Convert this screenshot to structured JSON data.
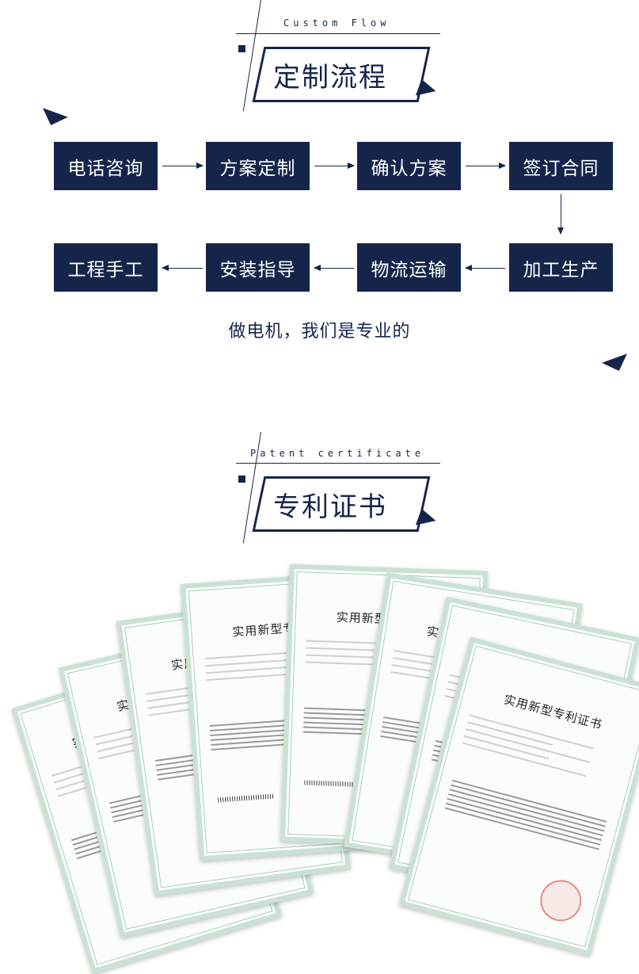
{
  "colors": {
    "navy": "#15254a",
    "white": "#ffffff",
    "cert_border": "#c9e2d4"
  },
  "section1": {
    "subtitle_en": "Custom Flow",
    "title": "定制流程",
    "steps": [
      "电话咨询",
      "方案定制",
      "确认方案",
      "签订合同",
      "加工生产",
      "物流运输",
      "安装指导",
      "工程手工"
    ],
    "tagline": "做电机，我们是专业的"
  },
  "section2": {
    "subtitle_en": "Patent certificate",
    "title": "专利证书",
    "certificate_title": "实用新型专利证书"
  }
}
